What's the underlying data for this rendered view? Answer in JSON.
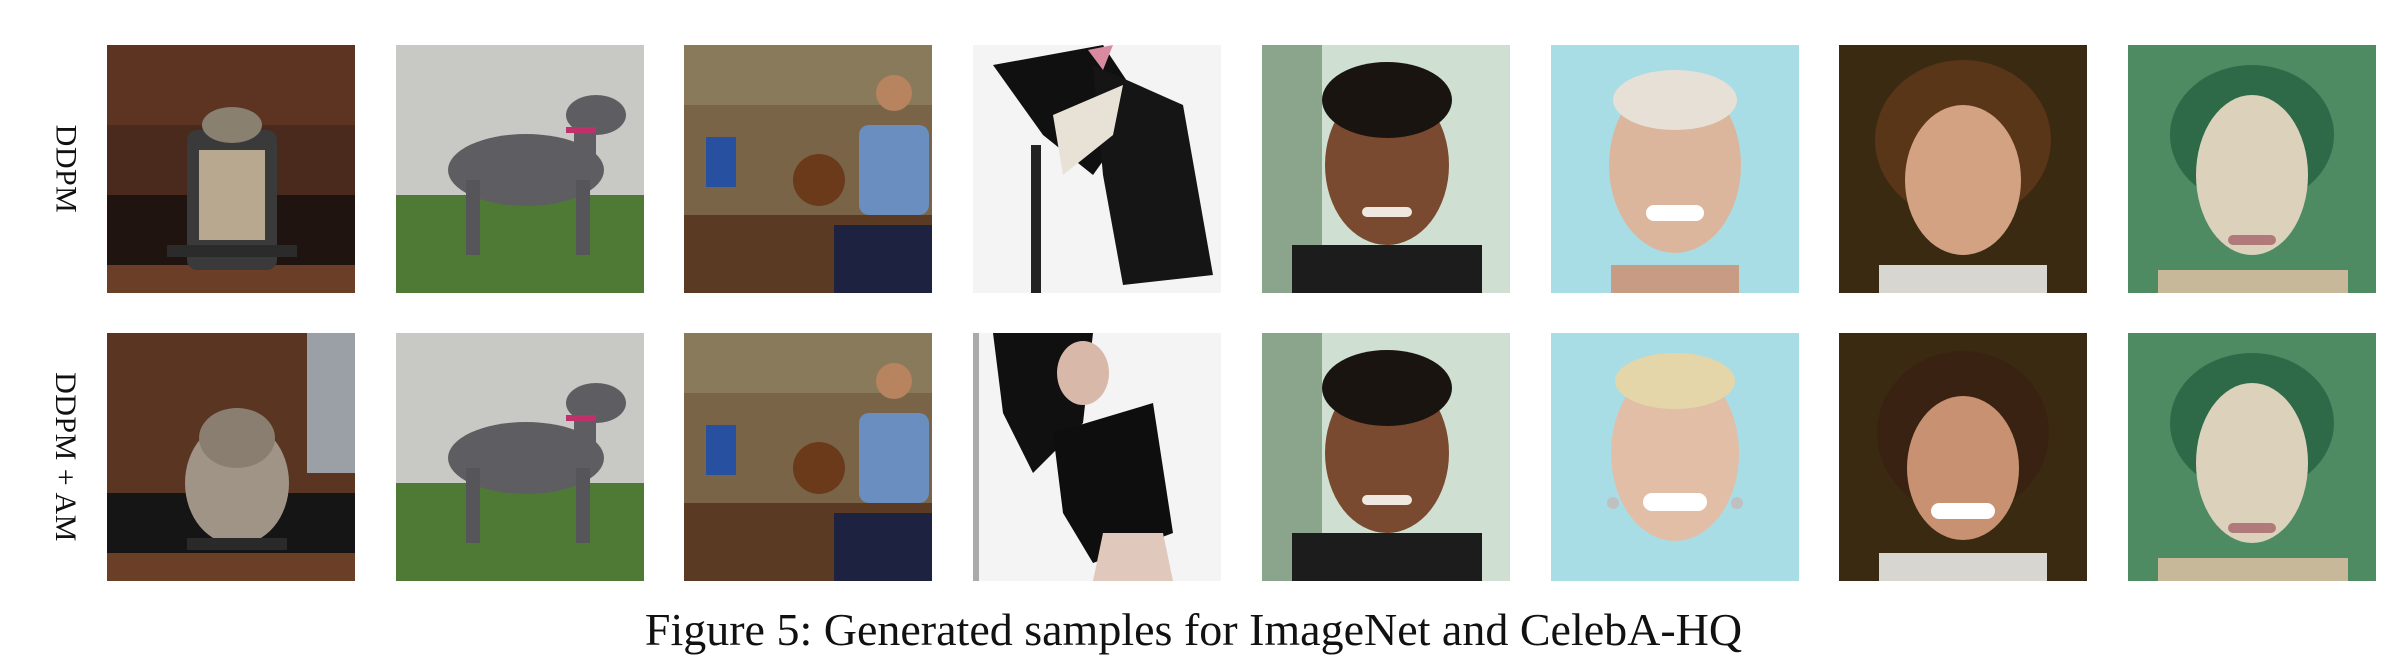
{
  "rows": [
    {
      "label": "DDPM"
    },
    {
      "label": "DDPM + AM"
    }
  ],
  "samples": [
    "cat-in-fireplace",
    "grey-deerhound-dog",
    "man-with-basket",
    "abstract-figure",
    "smiling-man-portrait",
    "bald-smiling-person",
    "brown-hair-person",
    "green-tinted-woman"
  ],
  "caption": "Figure 5: Generated samples for ImageNet and CelebA-HQ"
}
